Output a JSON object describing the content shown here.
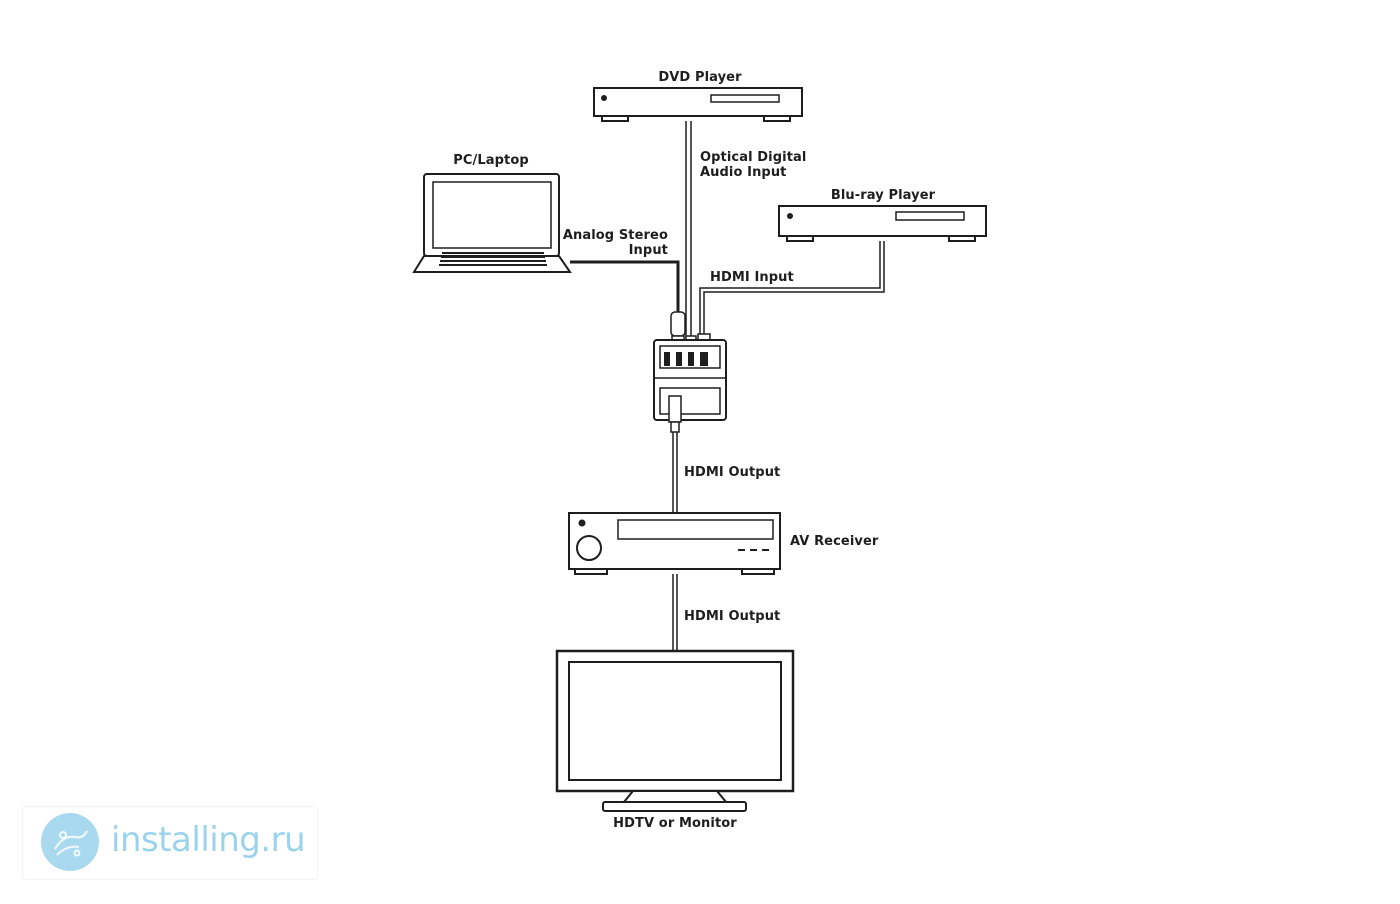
{
  "labels": {
    "dvd_player": "DVD Player",
    "pc_laptop": "PC/Laptop",
    "optical_line1": "Optical Digital",
    "optical_line2": "Audio Input",
    "bluray_player": "Blu-ray Player",
    "analog_line1": "Analog Stereo",
    "analog_line2": "Input",
    "hdmi_input": "HDMI Input",
    "hdmi_output_1": "HDMI Output",
    "av_receiver": "AV Receiver",
    "hdmi_output_2": "HDMI Output",
    "hdtv_monitor": "HDTV or Monitor"
  },
  "watermark": {
    "text": "installing.ru",
    "color": "#9cd3ec"
  },
  "colors": {
    "line": "#1e1e1e",
    "background": "#ffffff"
  }
}
